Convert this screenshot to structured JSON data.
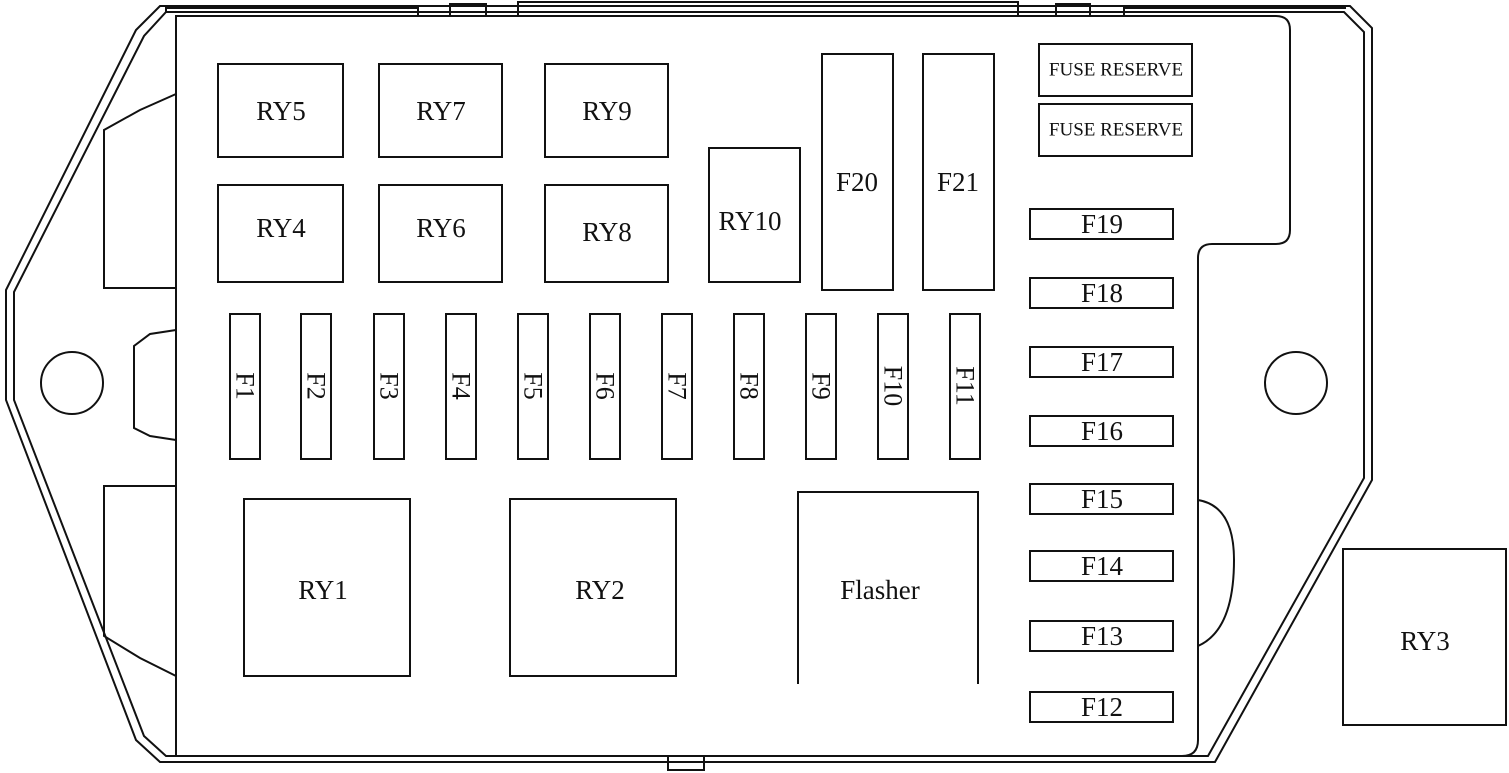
{
  "relays": {
    "ry1": "RY1",
    "ry2": "RY2",
    "ry3": "RY3",
    "ry4": "RY4",
    "ry5": "RY5",
    "ry6": "RY6",
    "ry7": "RY7",
    "ry8": "RY8",
    "ry9": "RY9",
    "ry10": "RY10"
  },
  "flasher": "Flasher",
  "fuses": {
    "f1": "F1",
    "f2": "F2",
    "f3": "F3",
    "f4": "F4",
    "f5": "F5",
    "f6": "F6",
    "f7": "F7",
    "f8": "F8",
    "f9": "F9",
    "f10": "F10",
    "f11": "F11",
    "f12": "F12",
    "f13": "F13",
    "f14": "F14",
    "f15": "F15",
    "f16": "F16",
    "f17": "F17",
    "f18": "F18",
    "f19": "F19",
    "f20": "F20",
    "f21": "F21"
  },
  "reserve": {
    "top": "FUSE RESERVE",
    "bottom": "FUSE RESERVE"
  }
}
